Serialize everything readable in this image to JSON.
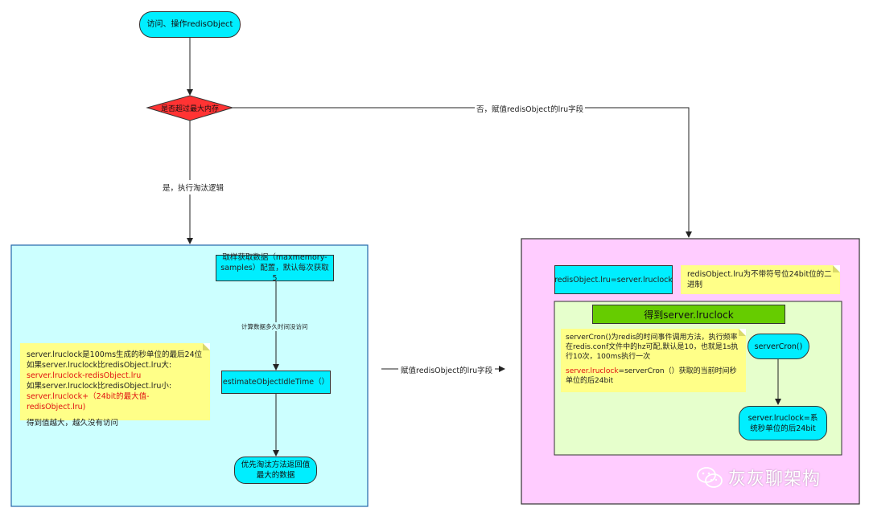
{
  "nodes": {
    "start": "访问、操作redisObject",
    "decision": "是否超过最大内存",
    "sample": "取样获取数据（maxmemory-samples）配置，默认每次获取5",
    "estimate": "estimateObjectIdleTime（）",
    "priority": "优先淘汰方法返回值最大的数据",
    "lru_assign": "redisObject.lru=server.lruclock",
    "lru_note": "redisObject.lru为不带符号位24bit位的二进制",
    "get_lruclock": "得到server.lruclock",
    "servercron": "serverCron()",
    "lruclock_result": "server.lruclock=系统秒单位的后24bit"
  },
  "edge_labels": {
    "no": "否，赋值redisObject的lru字段",
    "yes": "是，执行淘汰逻辑",
    "idle": "计算数据多久时间没访问",
    "assign": "赋值redisObject的lru字段"
  },
  "left_note": {
    "line1": "server.lruclock是100ms生成的秒单位的最后24位",
    "line2": "如果server.lruclock比redisObject.lru大:",
    "line3": "server.lruclock-redisObject.lru",
    "line4": "如果server.lruclock比redisObject.lru小:",
    "line5": "server.lruclock+（24bit的最大值-redisObject.lru)",
    "line6": "得到值越大，越久没有访问"
  },
  "cron_note": {
    "line1": "serverCron()为redis的时间事件调用方法，执行频率在redis.conf文件中的hz可配,默认是10，也就是1s执行10次，100ms执行一次",
    "line2_red": "server.lruclock",
    "line2_rest": "=serverCron（）获取的当前时间秒单位的后24bit"
  },
  "watermark": "灰灰聊架构",
  "colors": {
    "cyan": "#00eeff",
    "red_diamond": "#ff3333",
    "left_panel": "#ccffff",
    "right_panel": "#ffccff",
    "inner_panel": "#e6ffcc",
    "green_header": "#66cc00",
    "note_yellow": "#ffff88",
    "red_text": "#e01010"
  }
}
